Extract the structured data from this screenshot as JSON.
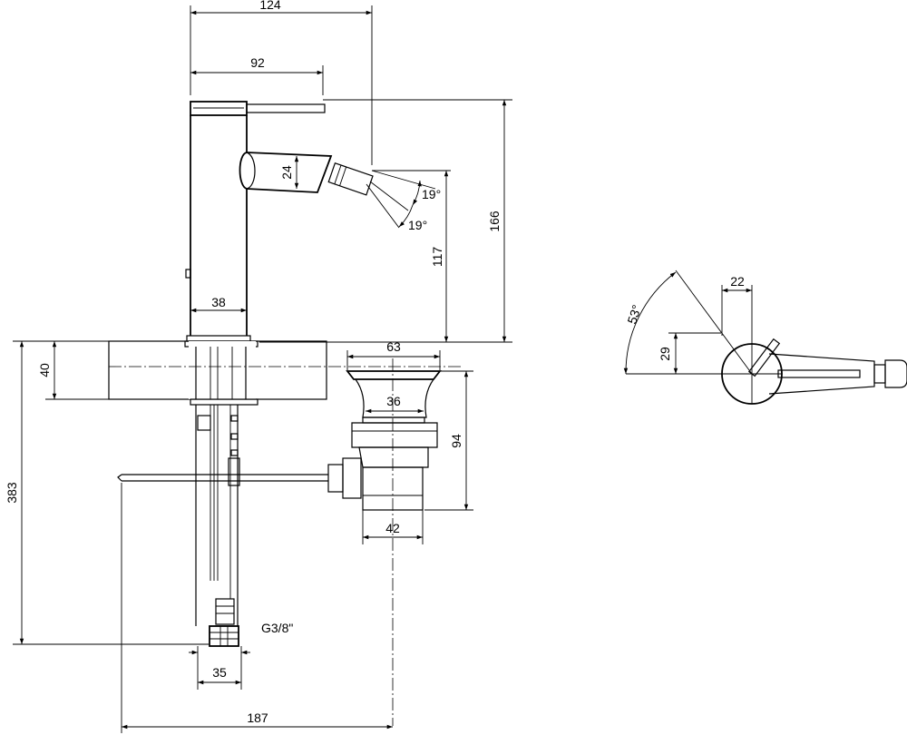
{
  "dimensions": {
    "overall_depth": "124",
    "lever_length": "92",
    "total_height": "166",
    "outlet_height": "117",
    "spout_diameter": "24",
    "spray_angle_up": "19°",
    "spray_angle_down": "19°",
    "body_diameter": "38",
    "deck_thickness": "40",
    "drain_flange": "63",
    "drain_throat": "36",
    "drain_height": "94",
    "drain_body": "42",
    "hose_length": "383",
    "connection_thread": "G3/8\"",
    "connection_width": "35",
    "rod_length": "187",
    "lever_offset": "22",
    "lever_distance": "29",
    "lever_rotation": "53°"
  }
}
